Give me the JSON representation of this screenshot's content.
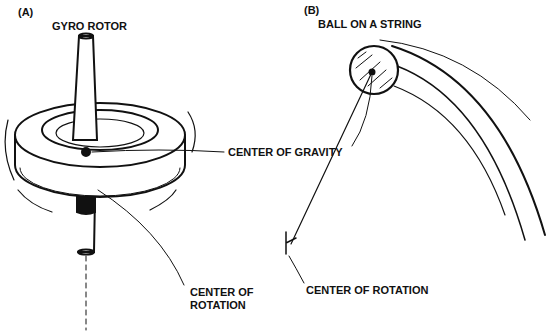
{
  "diagram": {
    "labels": [
      "(A)",
      "GYRO ROTOR",
      "(B)",
      "BALL ON A STRING",
      "CENTER OF GRAVITY",
      "CENTER OF ROTATION",
      "CENTER OF ROTATION"
    ]
  }
}
